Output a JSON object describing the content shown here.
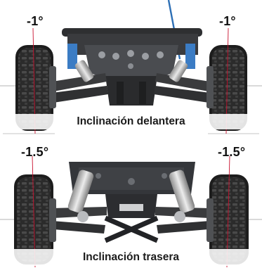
{
  "front": {
    "left_angle": "-1°",
    "right_angle": "-1°",
    "caption": "Inclinación delantera"
  },
  "rear": {
    "left_angle": "-1.5°",
    "right_angle": "-1.5°",
    "caption": "Inclinación trasera"
  },
  "colors": {
    "camber_line": "#c8102e",
    "antenna": "#2d6fb5",
    "tire": "#232323",
    "chassis": "#303134"
  }
}
